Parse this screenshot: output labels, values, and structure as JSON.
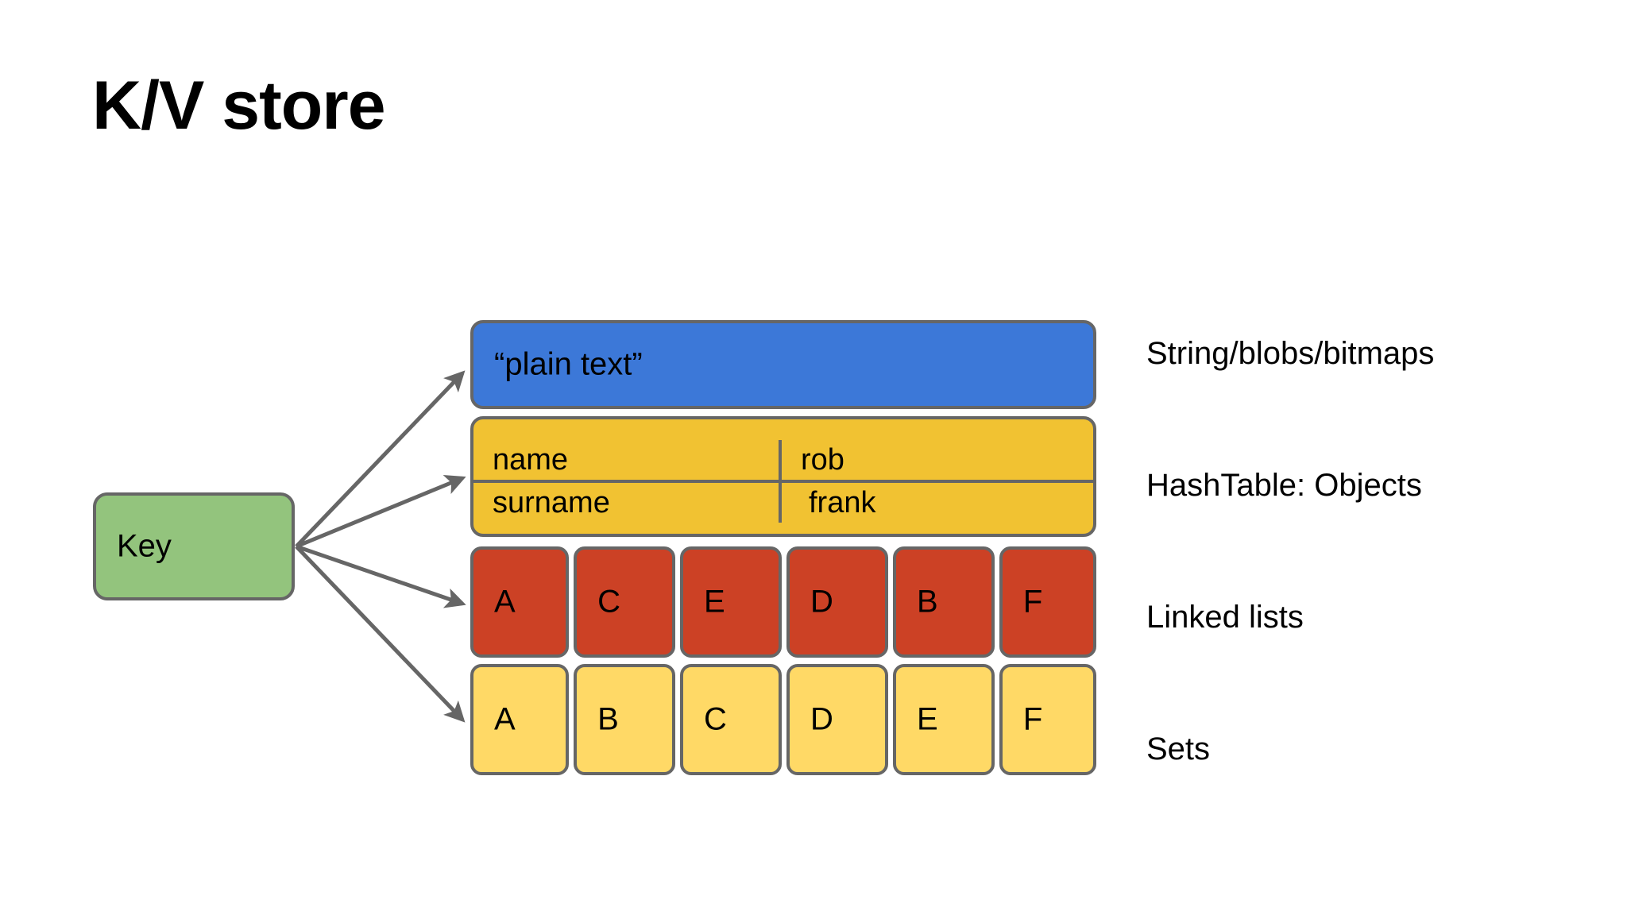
{
  "slide": {
    "title": "K/V store",
    "background": "#ffffff"
  },
  "key_node": {
    "label": "Key",
    "fill": "#93c47d",
    "stroke": "#666666"
  },
  "arrows": {
    "count": 4,
    "color": "#666666",
    "origin_label": "Key"
  },
  "structures": [
    {
      "id": "string",
      "type": "string-bar",
      "fill": "#3c78d8",
      "text": "“plain text”",
      "caption": "String/blobs/bitmaps"
    },
    {
      "id": "hashtable",
      "type": "hash-table",
      "fill": "#f1c232",
      "caption": "HashTable: Objects",
      "rows": [
        {
          "key": "name",
          "value": "rob"
        },
        {
          "key": "surname",
          "value": "frank"
        }
      ]
    },
    {
      "id": "linkedlist",
      "type": "cell-strip",
      "fill": "#cc4125",
      "caption": "Linked lists",
      "cells": [
        "A",
        "C",
        "E",
        "D",
        "B",
        "F"
      ]
    },
    {
      "id": "sets",
      "type": "cell-strip",
      "fill": "#ffd966",
      "caption": "Sets",
      "cells": [
        "A",
        "B",
        "C",
        "D",
        "E",
        "F"
      ]
    }
  ],
  "captions": {
    "string": "String/blobs/bitmaps",
    "hashtable": "HashTable: Objects",
    "linkedlist": "Linked lists",
    "sets": "Sets"
  }
}
